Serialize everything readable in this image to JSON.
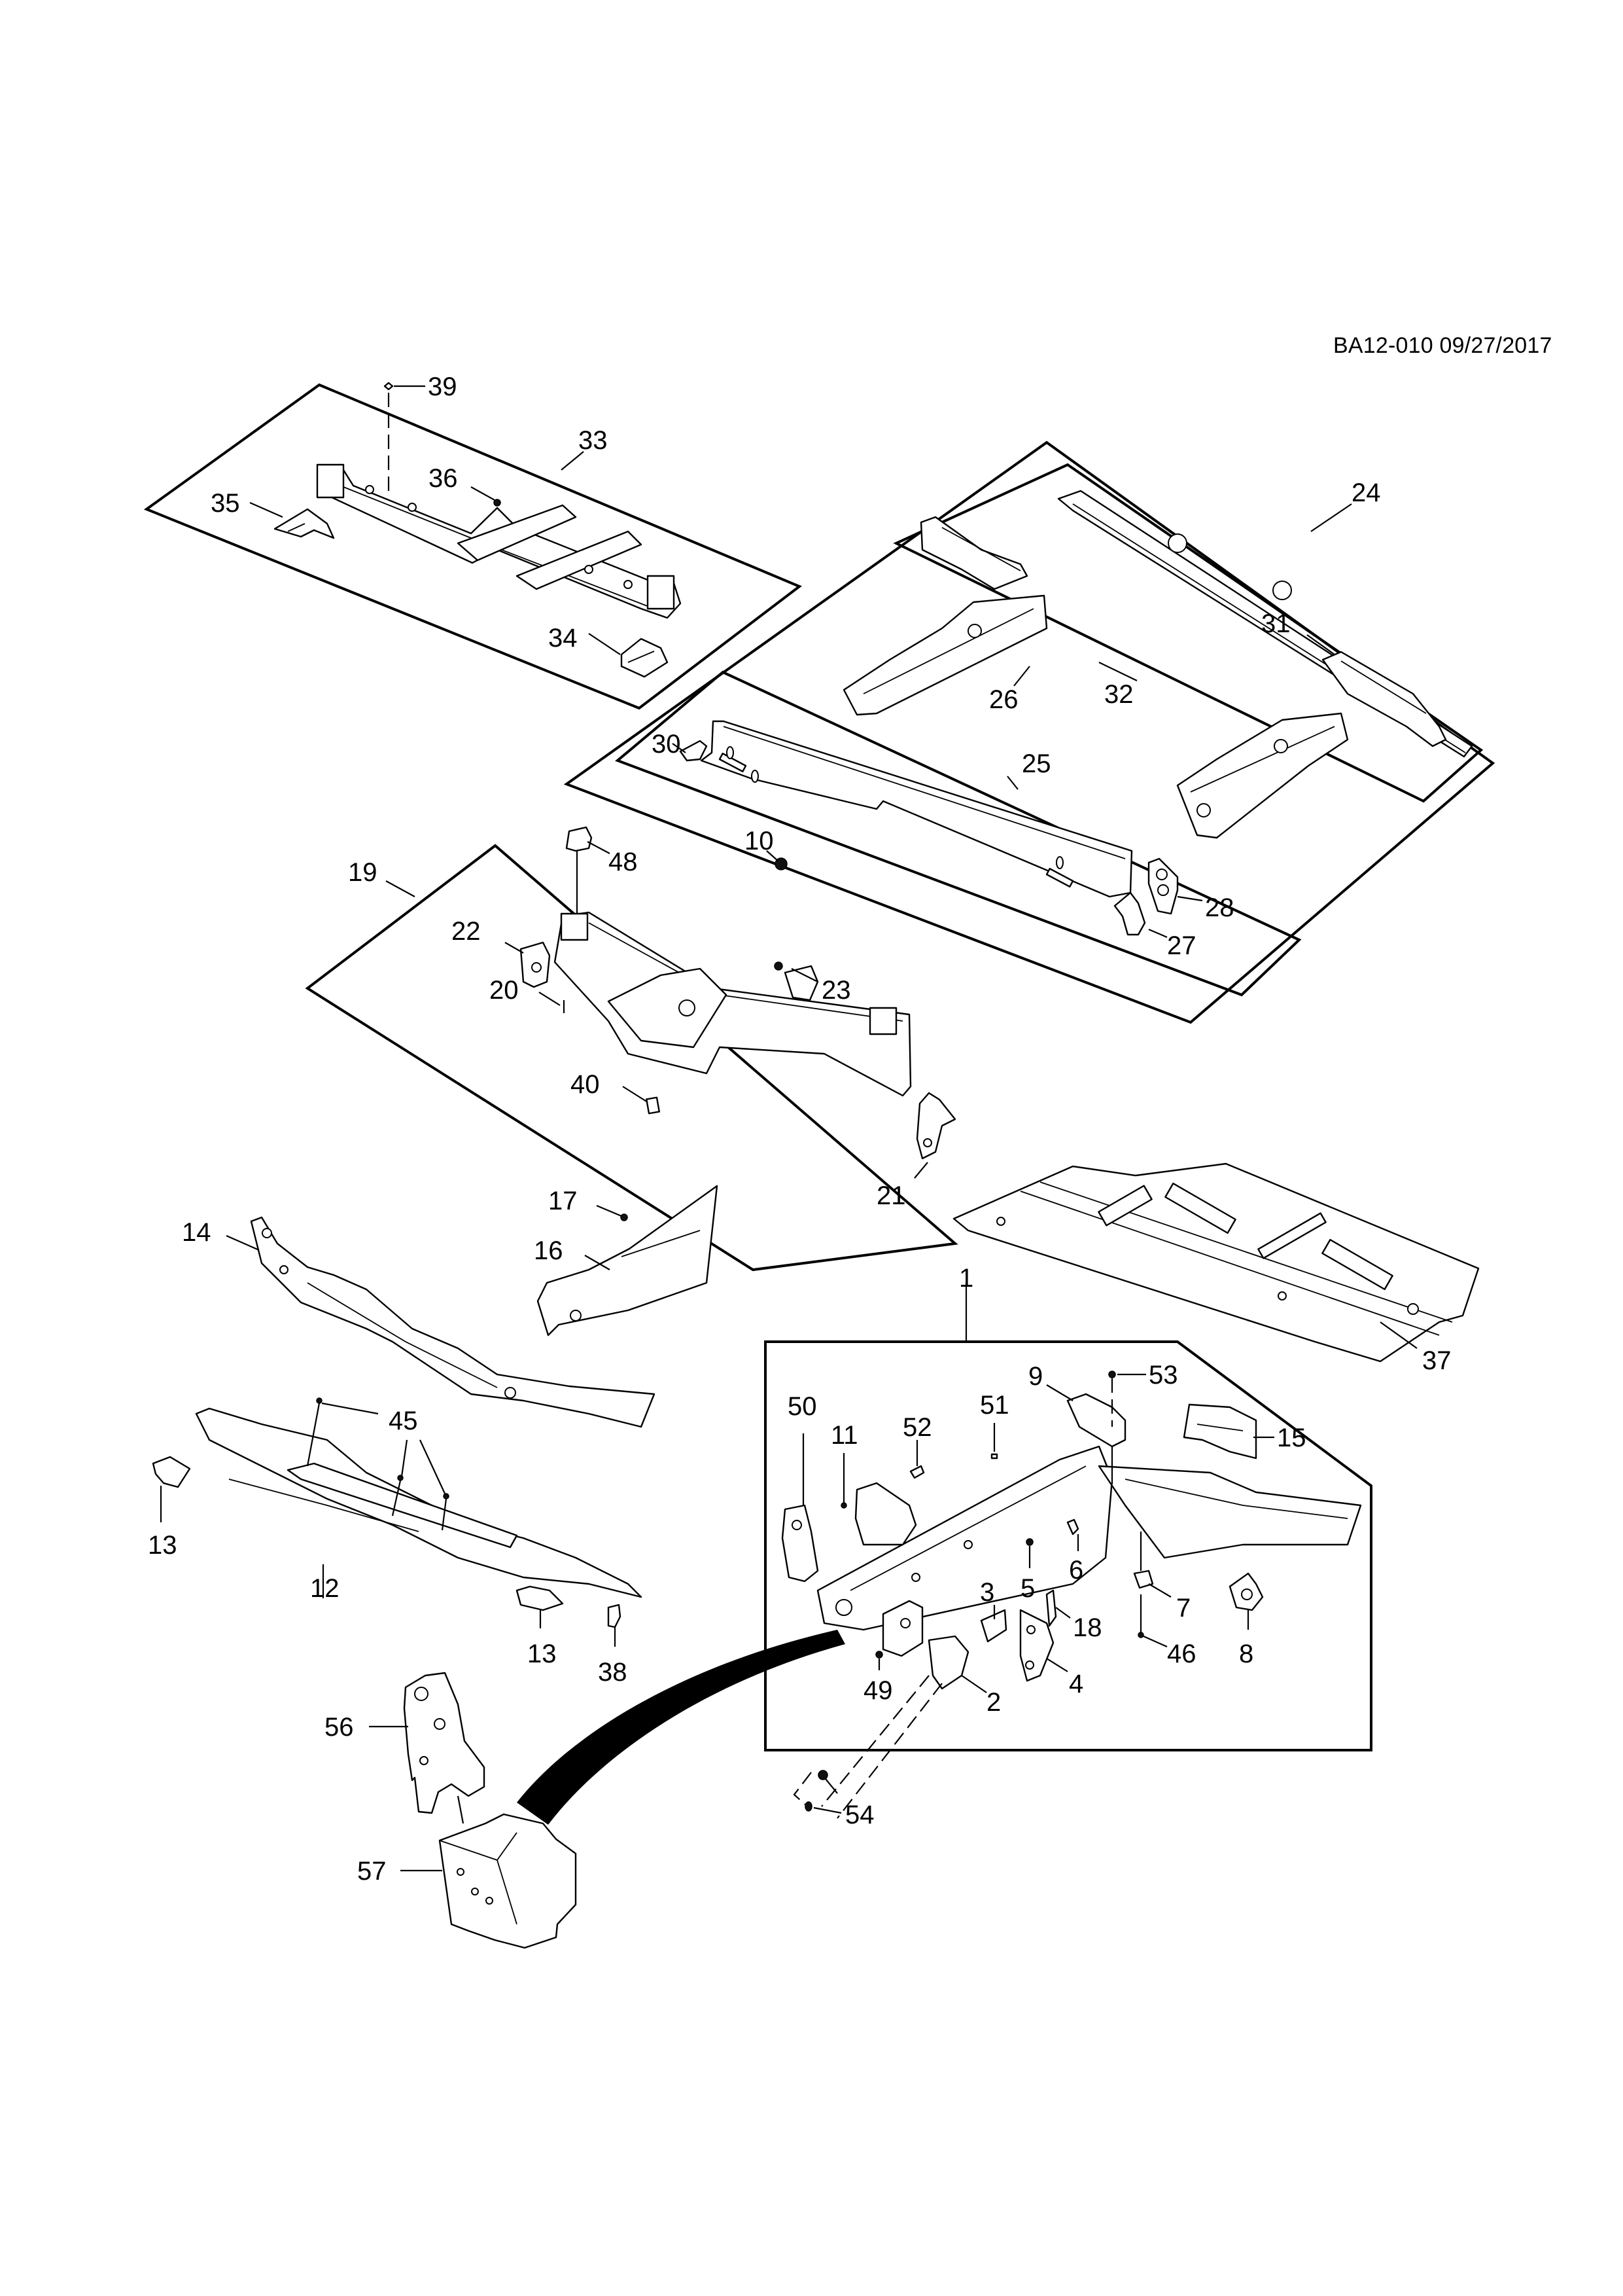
{
  "document": {
    "reference": "BA12-010 09/27/2017",
    "sheet_code": "BA12-010",
    "date": "09/27/2017"
  },
  "colors": {
    "ink": "#000000",
    "paper": "#ffffff"
  },
  "groups": [
    {
      "id": "33",
      "label": "33",
      "members": [
        "34",
        "35",
        "36",
        "39"
      ]
    },
    {
      "id": "24",
      "label": "24",
      "members": [
        "25",
        "26"
      ]
    },
    {
      "id": "26",
      "label": "26",
      "members": [
        "31",
        "32"
      ]
    },
    {
      "id": "25",
      "label": "25",
      "members": [
        "10",
        "27",
        "28",
        "30"
      ]
    },
    {
      "id": "19",
      "label": "19",
      "members": [
        "20",
        "21",
        "22",
        "23",
        "40",
        "48"
      ]
    },
    {
      "id": "1",
      "label": "1",
      "members": [
        "2",
        "3",
        "4",
        "5",
        "6",
        "7",
        "8",
        "9",
        "11",
        "15",
        "18",
        "46",
        "49",
        "50",
        "51",
        "52",
        "53",
        "54"
      ]
    }
  ],
  "callouts": {
    "c39": "39",
    "c33": "33",
    "c36": "36",
    "c35": "35",
    "c34": "34",
    "c24": "24",
    "c32": "32",
    "c31": "31",
    "c26": "26",
    "c30": "30",
    "c25": "25",
    "c10": "10",
    "c28": "28",
    "c27": "27",
    "c48": "48",
    "c19": "19",
    "c22": "22",
    "c23": "23",
    "c20": "20",
    "c40": "40",
    "c21": "21",
    "c17": "17",
    "c14": "14",
    "c16": "16",
    "c45": "45",
    "c13a": "13",
    "c12": "12",
    "c13b": "13",
    "c38": "38",
    "c37": "37",
    "c1": "1",
    "c50": "50",
    "c11": "11",
    "c52": "52",
    "c51": "51",
    "c9": "9",
    "c53": "53",
    "c15": "15",
    "c6": "6",
    "c5": "5",
    "c3": "3",
    "c7": "7",
    "c18": "18",
    "c46": "46",
    "c8": "8",
    "c49": "49",
    "c4": "4",
    "c2": "2",
    "c54": "54",
    "c56": "56",
    "c57": "57"
  }
}
